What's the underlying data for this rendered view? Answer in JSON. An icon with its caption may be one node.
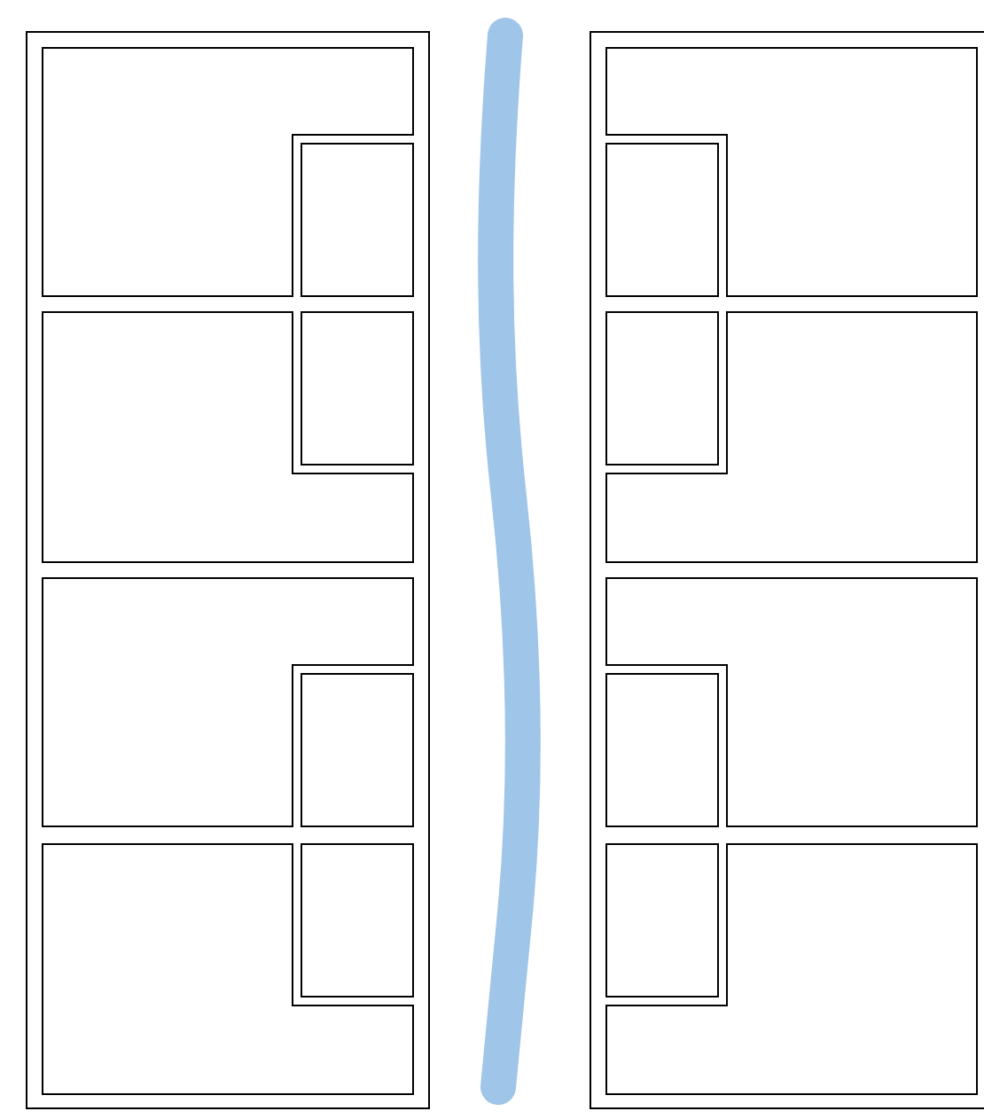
{
  "diagram": {
    "nodes": [
      {
        "text": [],
        "shape": "box"
      },
      {
        "text": [],
        "shape": "box",
        "in": 0
      },
      {
        "text": [],
        "shape": "box",
        "in": 0
      },
      {
        "text": [],
        "shape": "box",
        "in": 0
      },
      {
        "text": [],
        "shape": "box",
        "in": 0
      },
      {
        "text": [],
        "shape": "box",
        "in": 0
      },
      {
        "text": [],
        "shape": "box",
        "in": 0
      },
      {
        "text": [],
        "shape": "box",
        "in": 0
      },
      {
        "text": [],
        "shape": "box",
        "in": 0
      },
      {
        "text": [],
        "shape": "box"
      },
      {
        "text": [],
        "shape": "box",
        "in": 9
      },
      {
        "text": [],
        "shape": "box",
        "in": 9
      },
      {
        "text": [],
        "shape": "box",
        "in": 9
      },
      {
        "text": [],
        "shape": "box",
        "in": 9
      },
      {
        "text": [],
        "shape": "box",
        "in": 9
      },
      {
        "text": [],
        "shape": "box",
        "in": 9
      },
      {
        "text": [],
        "shape": "box",
        "in": 9
      },
      {
        "text": [],
        "shape": "box",
        "in": 9
      }
    ]
  }
}
